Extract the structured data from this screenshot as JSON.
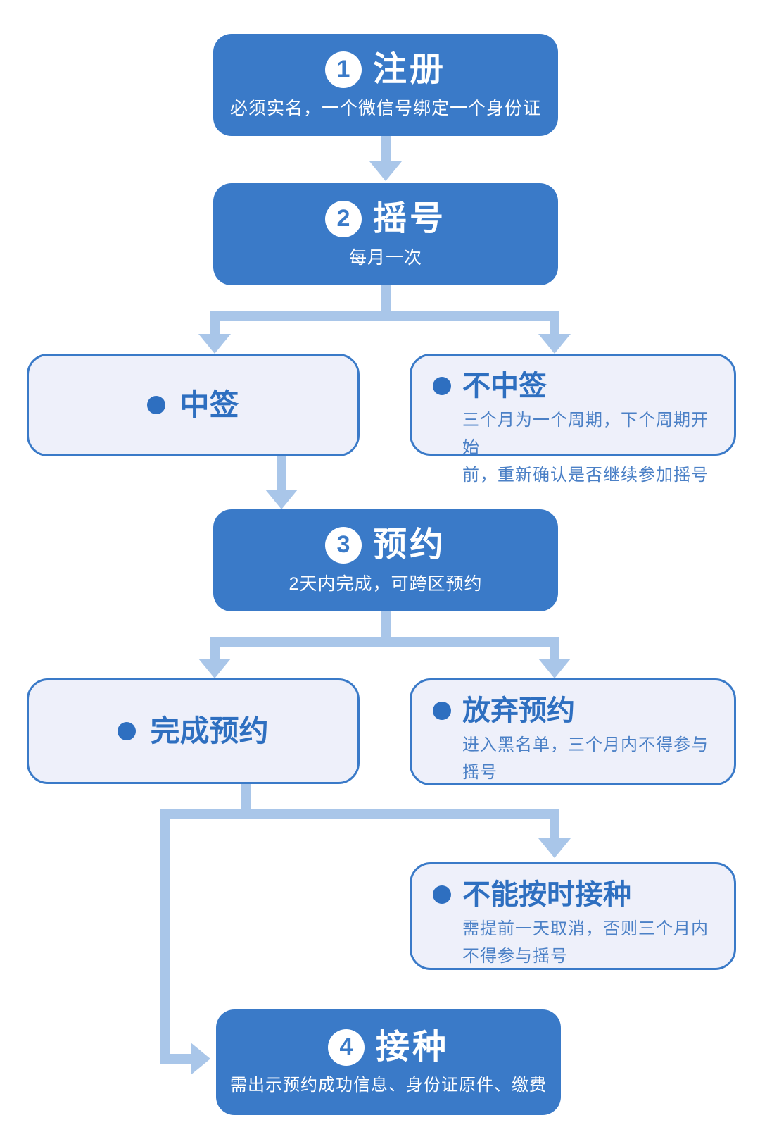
{
  "colors": {
    "stage_fill": "#3A7AC8",
    "stage_text": "#FFFFFF",
    "outcome_fill": "#EEF0FA",
    "outcome_border": "#3A7AC8",
    "outcome_title_text": "#2E6FC0",
    "outcome_body_text": "#4B80C6",
    "arrow": "#A9C6E9"
  },
  "stages": [
    {
      "number": "1",
      "title": "注册",
      "subtitle": "必须实名，一个微信号绑定一个身份证"
    },
    {
      "number": "2",
      "title": "摇号",
      "subtitle": "每月一次"
    },
    {
      "number": "3",
      "title": "预约",
      "subtitle": "2天内完成，可跨区预约"
    },
    {
      "number": "4",
      "title": "接种",
      "subtitle": "需出示预约成功信息、身份证原件、缴费"
    }
  ],
  "outcomes": [
    {
      "title": "中签",
      "body": ""
    },
    {
      "title": "不中签",
      "body": "三个月为一个周期，下个周期开始\n前，重新确认是否继续参加摇号"
    },
    {
      "title": "完成预约",
      "body": ""
    },
    {
      "title": "放弃预约",
      "body": "进入黑名单，三个月内不得参与\n摇号"
    },
    {
      "title": "不能按时接种",
      "body": "需提前一天取消，否则三个月内\n不得参与摇号"
    }
  ]
}
